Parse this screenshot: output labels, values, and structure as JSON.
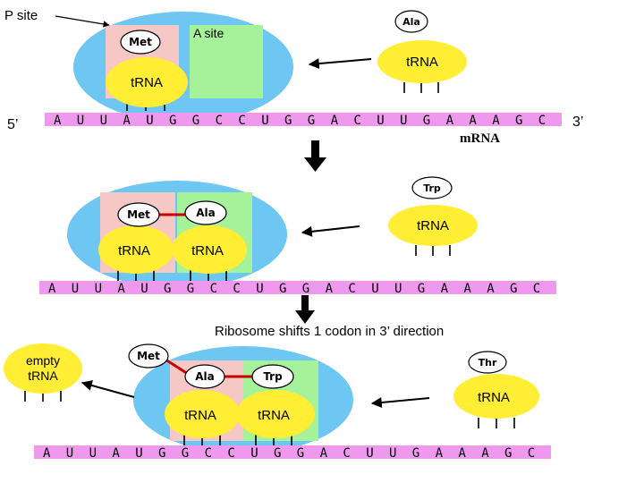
{
  "colors": {
    "ribosome": "#6ec6f2",
    "p_site": "#f5c8c6",
    "a_site": "#a6f29a",
    "trna": "#ffee33",
    "mrna": "#ee99ee",
    "bond": "#cc0000"
  },
  "labels": {
    "p_site": "P site",
    "a_site": "A site",
    "five_prime": "5’",
    "three_prime": "3’",
    "mrna": "mRNA",
    "shift_caption": "Ribosome shifts 1 codon in 3’ direction",
    "empty_trna_line1": "empty",
    "empty_trna_line2": "tRNA"
  },
  "trna_label": "tRNA",
  "amino_acids": {
    "met": "Met",
    "ala": "Ala",
    "trp": "Trp",
    "thr": "Thr"
  },
  "mrna_sequence": {
    "panel1": [
      "A",
      "U",
      "U",
      "A",
      "U",
      "G",
      "G",
      "C",
      "C",
      "U",
      "G",
      "G",
      "A",
      "C",
      "U",
      "U",
      "G",
      "A",
      "A",
      "A",
      "G",
      "C"
    ],
    "panel2": [
      "A",
      "U",
      "U",
      "A",
      "U",
      "G",
      "G",
      "C",
      "C",
      "U",
      "G",
      "G",
      "A",
      "C",
      "U",
      "U",
      "G",
      "A",
      "A",
      "A",
      "G",
      "C"
    ],
    "panel3": [
      "A",
      "U",
      "U",
      "A",
      "U",
      "G",
      "G",
      "C",
      "C",
      "U",
      "G",
      "G",
      "A",
      "C",
      "U",
      "U",
      "G",
      "A",
      "A",
      "A",
      "G",
      "C"
    ]
  }
}
